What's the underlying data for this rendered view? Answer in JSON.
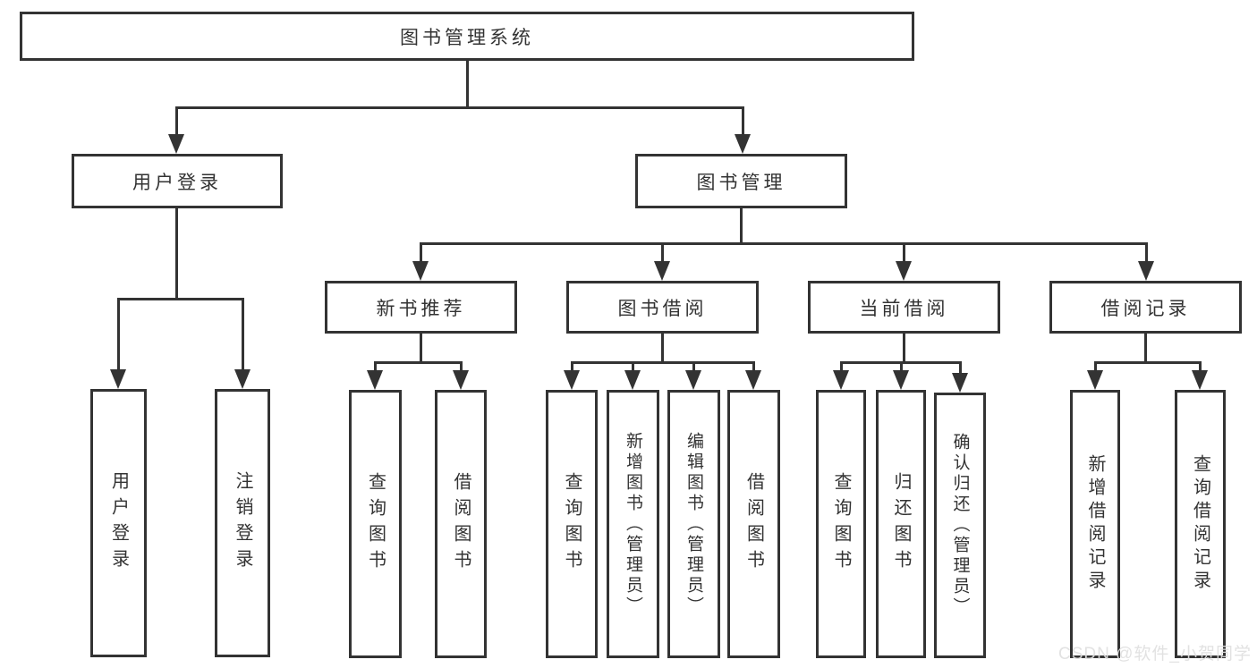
{
  "tree": {
    "root": "图书管理系统",
    "user_login": {
      "label": "用户登录",
      "children": [
        "用户登录",
        "注销登录"
      ]
    },
    "book_mgmt": {
      "label": "图书管理"
    },
    "sections": [
      {
        "label": "新书推荐",
        "children": [
          "查询图书",
          "借阅图书"
        ]
      },
      {
        "label": "图书借阅",
        "children": [
          "查询图书",
          "新增图书（管理员）",
          "编辑图书（管理员）",
          "借阅图书"
        ]
      },
      {
        "label": "当前借阅",
        "children": [
          "查询图书",
          "归还图书",
          "确认归还（管理员）"
        ]
      },
      {
        "label": "借阅记录",
        "children": [
          "新增借阅记录",
          "查询借阅记录"
        ]
      }
    ]
  },
  "watermark": {
    "text": "CSDN @软件_小贺同学"
  },
  "colors": {
    "line": "#333333",
    "background": "#ffffff",
    "text": "#333333",
    "watermark": "#e0e0e0"
  }
}
